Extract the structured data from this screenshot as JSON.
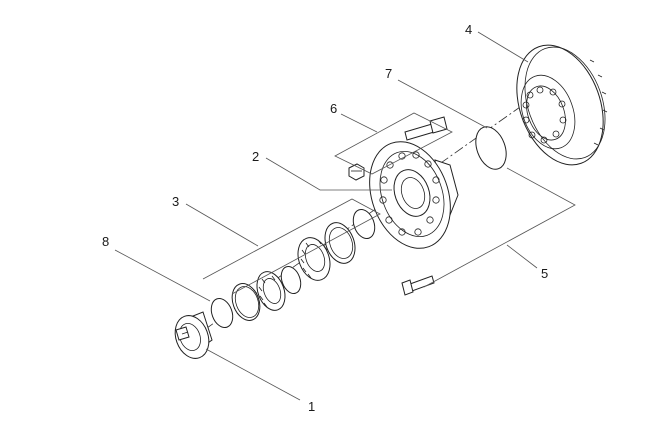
{
  "diagram": {
    "title": "",
    "callouts": [
      {
        "id": "1",
        "text": "1"
      },
      {
        "id": "2",
        "text": "2"
      },
      {
        "id": "3",
        "text": "3"
      },
      {
        "id": "4",
        "text": "4"
      },
      {
        "id": "5",
        "text": "5"
      },
      {
        "id": "6",
        "text": "6"
      },
      {
        "id": "7",
        "text": "7"
      },
      {
        "id": "8",
        "text": "8"
      }
    ]
  }
}
